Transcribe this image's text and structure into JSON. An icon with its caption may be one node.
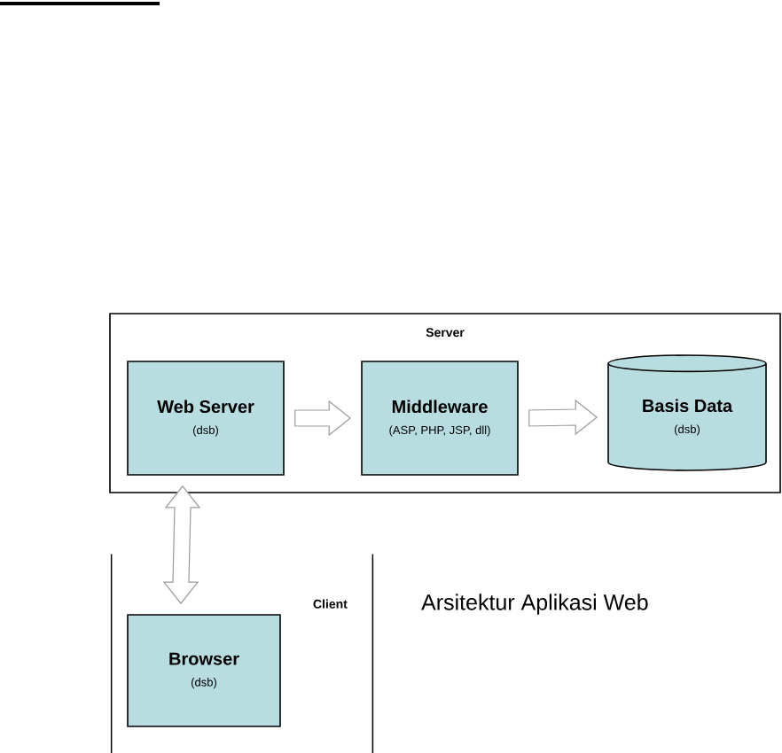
{
  "diagram": {
    "caption": "Arsitektur Aplikasi Web",
    "nodes": [
      {
        "text": [
          "Server"
        ]
      },
      {
        "text": [
          "Web Server",
          "(dsb)"
        ],
        "in": 0
      },
      {
        "text": [
          "Middleware",
          "(ASP, PHP, JSP, dll)"
        ],
        "in": 0
      },
      {
        "text": [
          "Basis Data",
          "(dsb)"
        ],
        "in": 0
      },
      {
        "text": [
          "Client"
        ]
      },
      {
        "text": [
          "Browser",
          "(dsb)"
        ],
        "in": 4
      }
    ],
    "edges": [
      {
        "from": 1,
        "to": 2,
        "arrow": "to"
      },
      {
        "from": 2,
        "to": 3,
        "arrow": "to"
      },
      {
        "from": 1,
        "to": 5,
        "arrow": "both"
      }
    ]
  }
}
